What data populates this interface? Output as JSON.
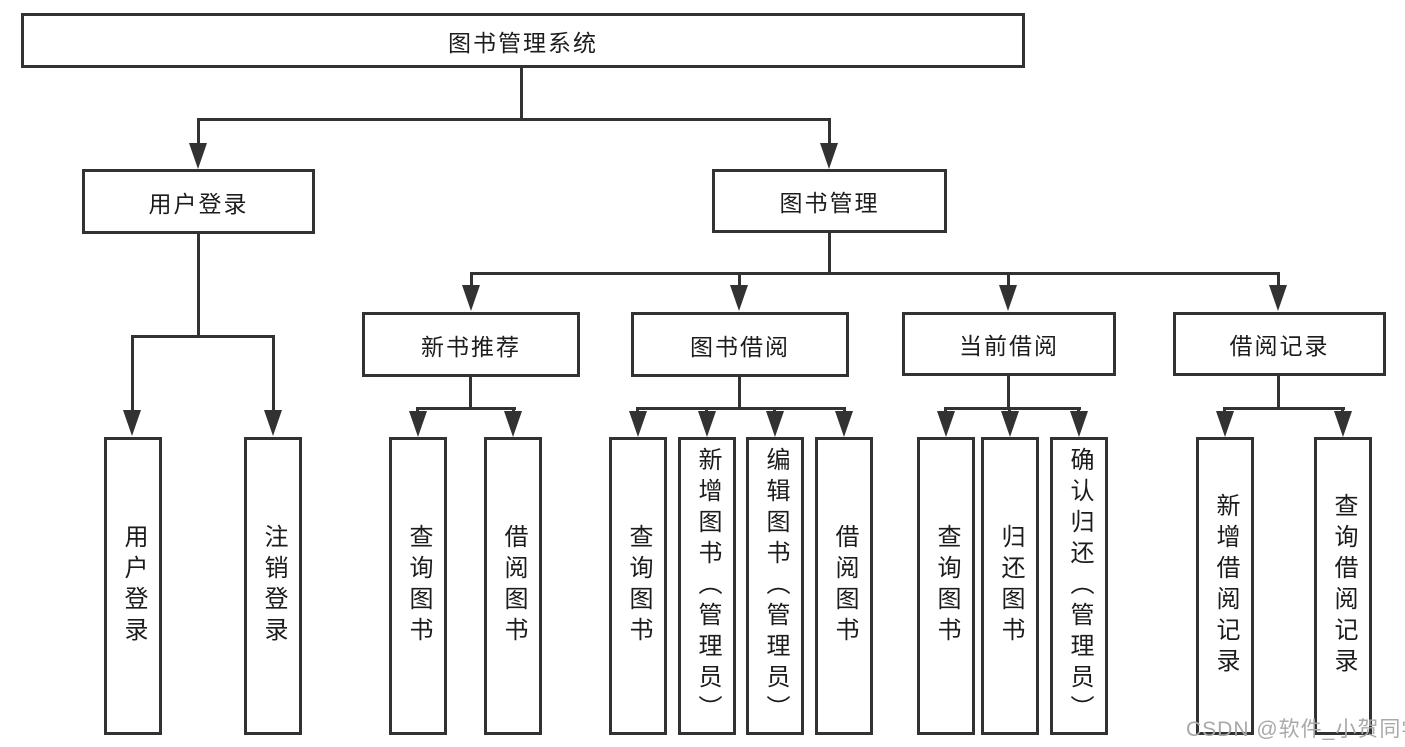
{
  "colors": {
    "line": "#323232",
    "border": "#323232",
    "text": "#1c1c1c",
    "background": "#ffffff",
    "watermark": "#a9a9a9"
  },
  "nodes": {
    "root": {
      "label": "图书管理系统"
    },
    "user_login": {
      "label": "用户登录"
    },
    "book_mgmt": {
      "label": "图书管理"
    },
    "new_book": {
      "label": "新书推荐"
    },
    "book_borrow": {
      "label": "图书借阅"
    },
    "current_borrow": {
      "label": "当前借阅"
    },
    "borrow_records": {
      "label": "借阅记录"
    },
    "leaf_user_login": {
      "label": "用户登录"
    },
    "leaf_logout": {
      "label": "注销登录"
    },
    "leaf_new_query_book": {
      "label": "查询图书"
    },
    "leaf_new_borrow_book": {
      "label": "借阅图书"
    },
    "leaf_bb_query_book": {
      "label": "查询图书"
    },
    "leaf_bb_add_book": {
      "label": "新增图书（管理员）"
    },
    "leaf_bb_edit_book": {
      "label": "编辑图书（管理员）"
    },
    "leaf_bb_borrow_book": {
      "label": "借阅图书"
    },
    "leaf_cb_query_book": {
      "label": "查询图书"
    },
    "leaf_cb_return_book": {
      "label": "归还图书"
    },
    "leaf_cb_confirm_return": {
      "label": "确认归还（管理员）"
    },
    "leaf_br_add_record": {
      "label": "新增借阅记录"
    },
    "leaf_br_query_record": {
      "label": "查询借阅记录"
    }
  },
  "edges": [
    {
      "from": "root",
      "to": "user_login"
    },
    {
      "from": "root",
      "to": "book_mgmt"
    },
    {
      "from": "user_login",
      "to": "leaf_user_login"
    },
    {
      "from": "user_login",
      "to": "leaf_logout"
    },
    {
      "from": "book_mgmt",
      "to": "new_book"
    },
    {
      "from": "book_mgmt",
      "to": "book_borrow"
    },
    {
      "from": "book_mgmt",
      "to": "current_borrow"
    },
    {
      "from": "book_mgmt",
      "to": "borrow_records"
    },
    {
      "from": "new_book",
      "to": "leaf_new_query_book"
    },
    {
      "from": "new_book",
      "to": "leaf_new_borrow_book"
    },
    {
      "from": "book_borrow",
      "to": "leaf_bb_query_book"
    },
    {
      "from": "book_borrow",
      "to": "leaf_bb_add_book"
    },
    {
      "from": "book_borrow",
      "to": "leaf_bb_edit_book"
    },
    {
      "from": "book_borrow",
      "to": "leaf_bb_borrow_book"
    },
    {
      "from": "current_borrow",
      "to": "leaf_cb_query_book"
    },
    {
      "from": "current_borrow",
      "to": "leaf_cb_return_book"
    },
    {
      "from": "current_borrow",
      "to": "leaf_cb_confirm_return"
    },
    {
      "from": "borrow_records",
      "to": "leaf_br_add_record"
    },
    {
      "from": "borrow_records",
      "to": "leaf_br_query_record"
    }
  ],
  "watermark": {
    "text": "CSDN @软件_小贺同学"
  }
}
